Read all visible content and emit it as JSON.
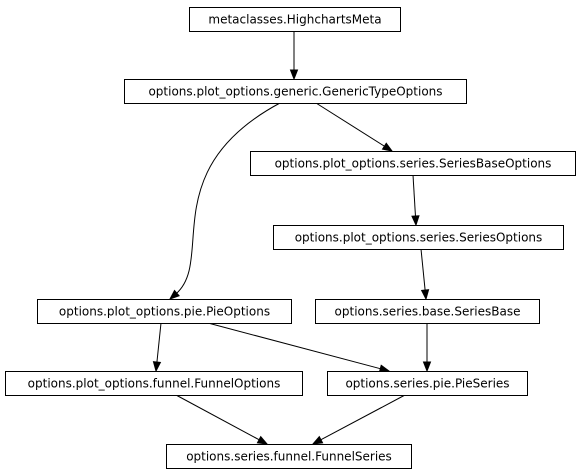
{
  "diagram": {
    "nodes": [
      {
        "id": "highcharts_meta",
        "label": "metaclasses.HighchartsMeta"
      },
      {
        "id": "generic_type_options",
        "label": "options.plot_options.generic.GenericTypeOptions"
      },
      {
        "id": "series_base_options",
        "label": "options.plot_options.series.SeriesBaseOptions"
      },
      {
        "id": "series_options",
        "label": "options.plot_options.series.SeriesOptions"
      },
      {
        "id": "pie_options",
        "label": "options.plot_options.pie.PieOptions"
      },
      {
        "id": "series_base",
        "label": "options.series.base.SeriesBase"
      },
      {
        "id": "funnel_options",
        "label": "options.plot_options.funnel.FunnelOptions"
      },
      {
        "id": "pie_series",
        "label": "options.series.pie.PieSeries"
      },
      {
        "id": "funnel_series",
        "label": "options.series.funnel.FunnelSeries"
      }
    ],
    "edges": [
      {
        "from": "highcharts_meta",
        "to": "generic_type_options"
      },
      {
        "from": "generic_type_options",
        "to": "series_base_options"
      },
      {
        "from": "generic_type_options",
        "to": "pie_options"
      },
      {
        "from": "series_base_options",
        "to": "series_options"
      },
      {
        "from": "series_options",
        "to": "series_base"
      },
      {
        "from": "pie_options",
        "to": "funnel_options"
      },
      {
        "from": "pie_options",
        "to": "pie_series"
      },
      {
        "from": "series_base",
        "to": "pie_series"
      },
      {
        "from": "funnel_options",
        "to": "funnel_series"
      },
      {
        "from": "pie_series",
        "to": "funnel_series"
      }
    ]
  }
}
